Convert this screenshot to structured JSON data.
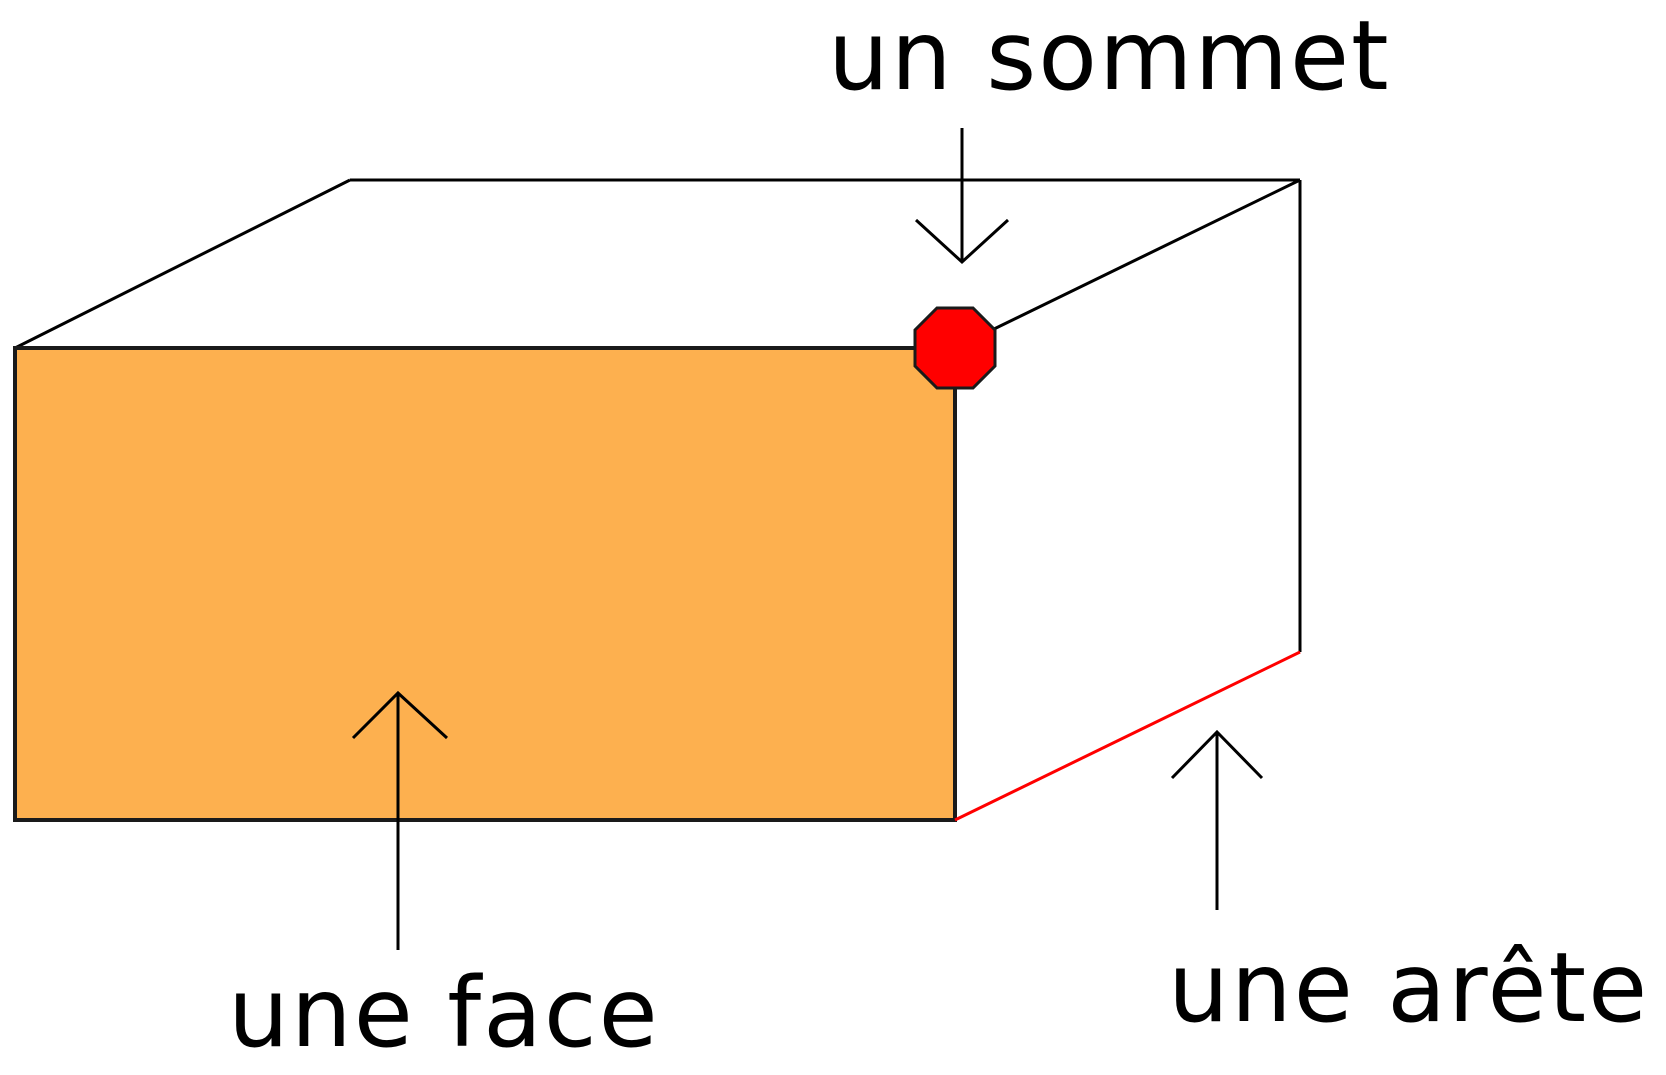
{
  "labels": {
    "vertex": "un sommet",
    "face": "une face",
    "edge": "une arête"
  },
  "colors": {
    "face_fill": "#FDB04F",
    "vertex_fill": "#FF0000",
    "edge_highlight": "#FF0000",
    "line": "#000000",
    "background": "#FFFFFF"
  }
}
